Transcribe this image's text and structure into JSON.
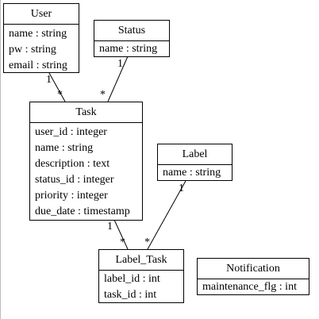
{
  "diagram": {
    "classes": {
      "user": {
        "name": "User",
        "attributes": [
          "name : string",
          "pw : string",
          "email : string"
        ]
      },
      "status": {
        "name": "Status",
        "attributes": [
          "name : string"
        ]
      },
      "task": {
        "name": "Task",
        "attributes": [
          "user_id : integer",
          "name : string",
          "description : text",
          "status_id : integer",
          "priority : integer",
          "due_date : timestamp"
        ]
      },
      "label": {
        "name": "Label",
        "attributes": [
          "name : string"
        ]
      },
      "label_task": {
        "name": "Label_Task",
        "attributes": [
          "label_id : int",
          "task_id : int"
        ]
      },
      "notification": {
        "name": "Notification",
        "attributes": [
          "maintenance_flg : int"
        ]
      }
    },
    "associations": [
      {
        "from": "User",
        "to": "Task",
        "from_multiplicity": "1",
        "to_multiplicity": "*"
      },
      {
        "from": "Status",
        "to": "Task",
        "from_multiplicity": "1",
        "to_multiplicity": "*"
      },
      {
        "from": "Task",
        "to": "Label_Task",
        "from_multiplicity": "1",
        "to_multiplicity": "*"
      },
      {
        "from": "Label",
        "to": "Label_Task",
        "from_multiplicity": "1",
        "to_multiplicity": "*"
      }
    ]
  }
}
